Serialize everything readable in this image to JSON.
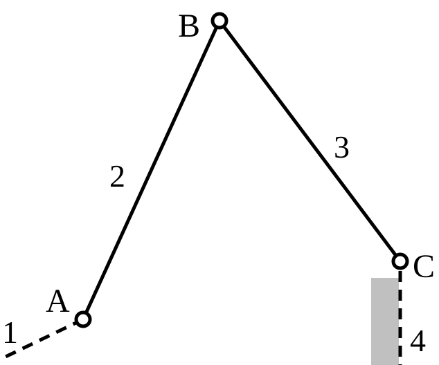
{
  "diagram": {
    "joints": {
      "a": "A",
      "b": "B",
      "c": "C"
    },
    "links": {
      "one": "1",
      "two": "2",
      "three": "3",
      "four": "4"
    },
    "colors": {
      "stroke": "#000000",
      "slider_block": "#c0c0c0",
      "joint_fill": "#ffffff"
    }
  }
}
